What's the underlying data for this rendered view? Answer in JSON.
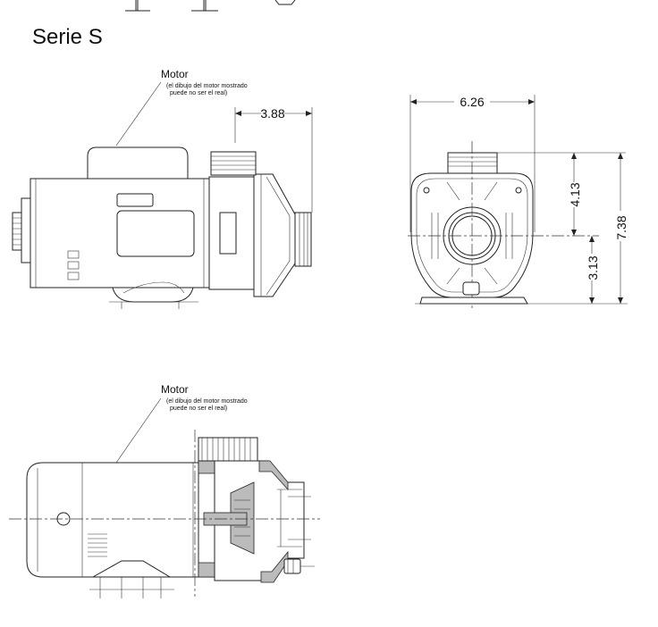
{
  "title": "Serie S",
  "side_view": {
    "motor_label": "Motor",
    "motor_note_line1": "(el dibujo del motor mostrado",
    "motor_note_line2": "puede no ser el real)",
    "dim_width": "3.88"
  },
  "front_view": {
    "dim_width": "6.26",
    "dim_upper": "4.13",
    "dim_lower": "3.13",
    "dim_total": "7.38"
  },
  "section_view": {
    "motor_label": "Motor",
    "motor_note_line1": "(el dibujo del motor mostrado",
    "motor_note_line2": "puede no ser el real)"
  }
}
